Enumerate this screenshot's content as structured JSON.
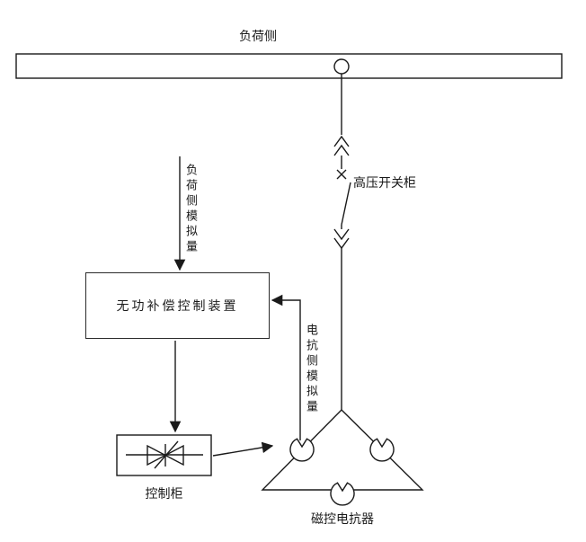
{
  "colors": {
    "ink": "#1a1a1a",
    "background": "#ffffff"
  },
  "diagram": {
    "bus_label": "负荷侧",
    "switchgear_label": "高压开关柜",
    "load_analog_label": "负荷侧模拟量",
    "reactor_analog_label": "电抗侧模拟量",
    "controller_label": "无功补偿控制装置",
    "cabinet_label": "控制柜",
    "reactor_label": "磁控电抗器"
  }
}
